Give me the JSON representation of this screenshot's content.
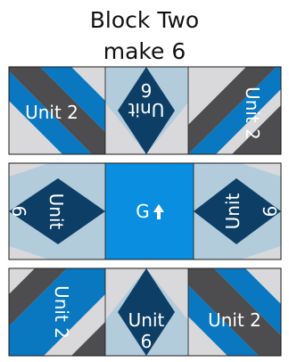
{
  "title": "Block Two",
  "subtitle": "make 6",
  "labels": {
    "unit2": "Unit 2",
    "unit": "Unit",
    "num6": "6",
    "center": "G"
  },
  "colors": {
    "dark_gray": "#4d4d4f",
    "light_gray": "#d9d9db",
    "blue": "#0a78c0",
    "navy": "#0d3f66",
    "light_blue": "#b3ccdc",
    "bright_blue": "#0a8fe0",
    "outline": "#1a1a1a"
  },
  "rows": [
    {
      "name": "top-row",
      "cells": [
        "Unit 2",
        "Unit 6",
        "Unit 2"
      ]
    },
    {
      "name": "middle-row",
      "cells": [
        "Unit 6",
        "G",
        "Unit 6"
      ]
    },
    {
      "name": "bottom-row",
      "cells": [
        "Unit 2",
        "Unit 6",
        "Unit 2"
      ]
    }
  ]
}
